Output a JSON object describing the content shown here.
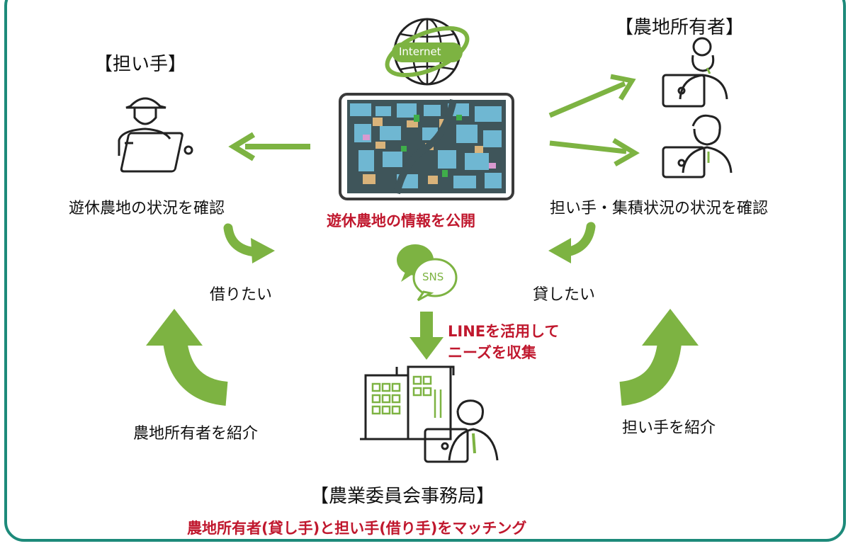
{
  "roles": {
    "farmer": "【担い手】",
    "owner": "【農地所有者】",
    "office": "【農業委員会事務局】"
  },
  "labels": {
    "farmer_check": "遊休農地の状況を確認",
    "owner_check": "担い手・集積状況の状況を確認",
    "publish": "遊休農地の情報を公開",
    "borrow": "借りたい",
    "lend": "貸したい",
    "line_1": "LINEを活用して",
    "line_2": "ニーズを収集",
    "intro_owner": "農地所有者を紹介",
    "intro_farmer": "担い手を紹介",
    "matching": "農地所有者(貸し手)と担い手(借り手)をマッチング"
  },
  "icons": {
    "internet": "Internet",
    "sns": "SNS"
  },
  "colors": {
    "arrow": "#7db342",
    "accent_red": "#c0182e",
    "frame": "#1d8a7a"
  }
}
